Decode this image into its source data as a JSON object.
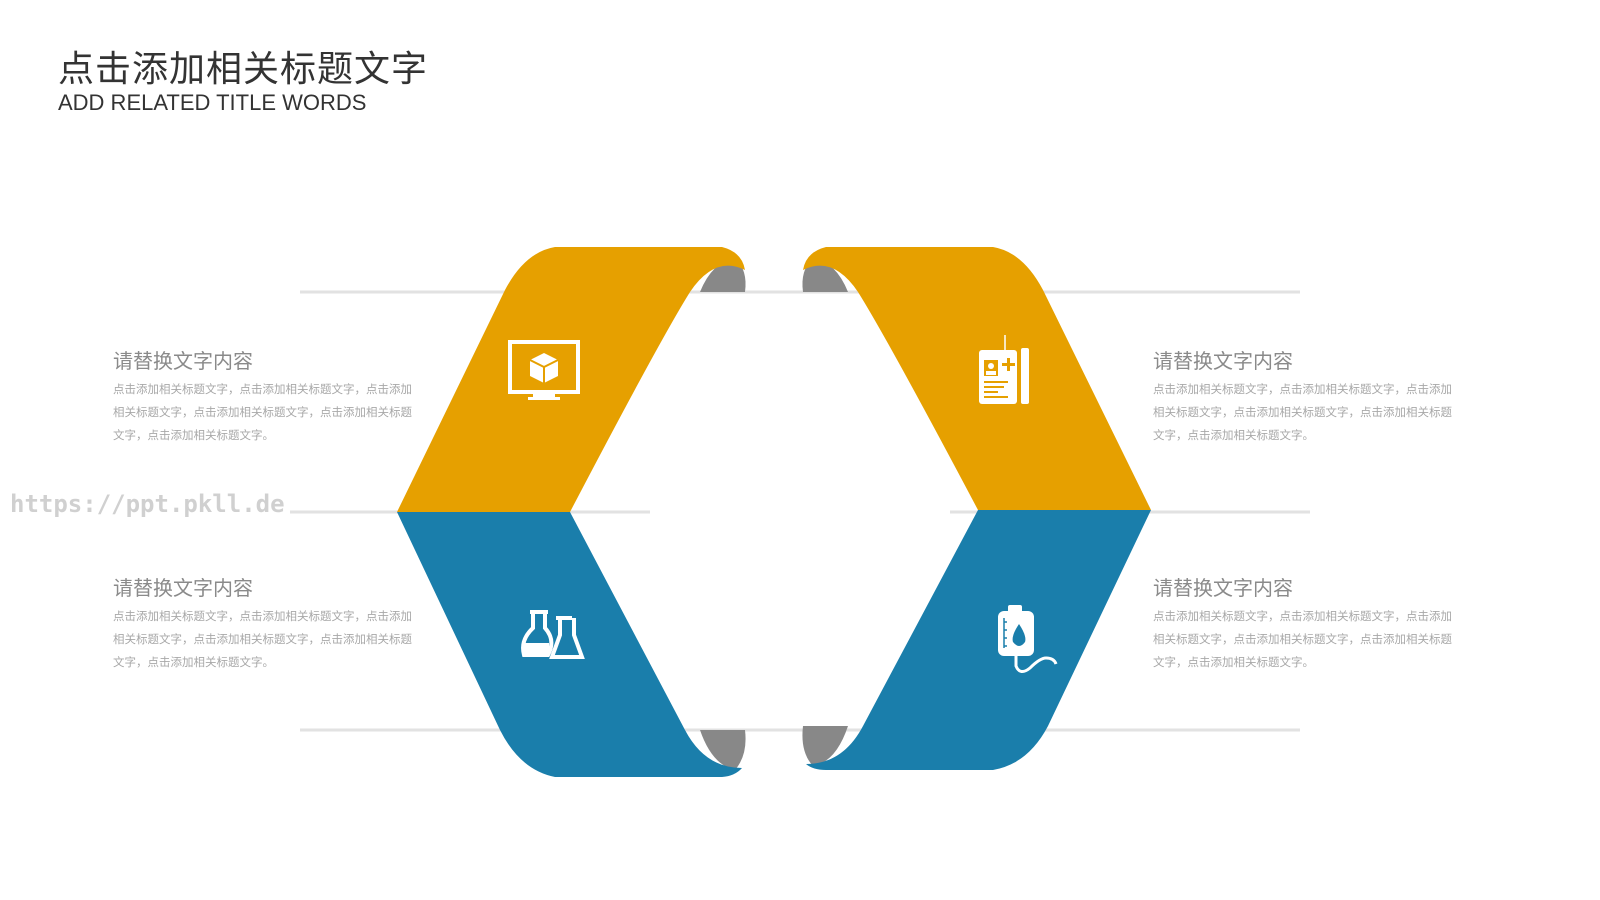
{
  "header": {
    "title": "点击添加相关标题文字",
    "subtitle": "ADD RELATED TITLE WORDS"
  },
  "watermark": "https://ppt.pkll.de",
  "colors": {
    "orange": "#E6A000",
    "blue": "#1A7EAB",
    "curl": "#888888"
  },
  "items": [
    {
      "heading": "请替换文字内容",
      "body": "点击添加相关标题文字，点击添加相关标题文字，点击添加相关标题文字，点击添加相关标题文字，点击添加相关标题文字，点击添加相关标题文字。",
      "icon": "monitor-cube-icon"
    },
    {
      "heading": "请替换文字内容",
      "body": "点击添加相关标题文字，点击添加相关标题文字，点击添加相关标题文字，点击添加相关标题文字，点击添加相关标题文字，点击添加相关标题文字。",
      "icon": "lab-flasks-icon"
    },
    {
      "heading": "请替换文字内容",
      "body": "点击添加相关标题文字，点击添加相关标题文字，点击添加相关标题文字，点击添加相关标题文字，点击添加相关标题文字，点击添加相关标题文字。",
      "icon": "id-badge-icon"
    },
    {
      "heading": "请替换文字内容",
      "body": "点击添加相关标题文字，点击添加相关标题文字，点击添加相关标题文字，点击添加相关标题文字，点击添加相关标题文字，点击添加相关标题文字。",
      "icon": "iv-bag-icon"
    }
  ]
}
